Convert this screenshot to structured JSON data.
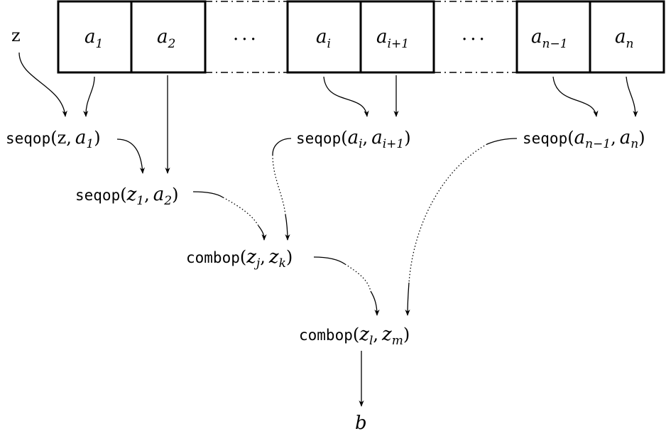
{
  "array": {
    "leading_label": "z",
    "cells": [
      {
        "base": "a",
        "sub": "1"
      },
      {
        "base": "a",
        "sub": "2"
      },
      {
        "base": "a",
        "sub": "i"
      },
      {
        "base": "a",
        "sub": "i+1"
      },
      {
        "base": "a",
        "sub": "n−1"
      },
      {
        "base": "a",
        "sub": "n"
      }
    ],
    "ellipsis": "..."
  },
  "nodes": {
    "seqop_z_a1": {
      "fn": "seqop",
      "arg1": "z",
      "arg1_sub": "",
      "arg2": "a",
      "arg2_sub": "1"
    },
    "seqop_z1_a2": {
      "fn": "seqop",
      "arg1": "z",
      "arg1_sub": "1",
      "arg2": "a",
      "arg2_sub": "2"
    },
    "seqop_ai_ai1": {
      "fn": "seqop",
      "arg1": "a",
      "arg1_sub": "i",
      "arg2": "a",
      "arg2_sub": "i+1"
    },
    "seqop_an1_an": {
      "fn": "seqop",
      "arg1": "a",
      "arg1_sub": "n−1",
      "arg2": "a",
      "arg2_sub": "n"
    },
    "combop_zj_zk": {
      "fn": "combop",
      "arg1": "z",
      "arg1_sub": "j",
      "arg2": "z",
      "arg2_sub": "k"
    },
    "combop_zl_zm": {
      "fn": "combop",
      "arg1": "z",
      "arg1_sub": "l",
      "arg2": "z",
      "arg2_sub": "m"
    },
    "result": {
      "label": "b"
    }
  },
  "punctuation": {
    "open": "(",
    "comma": ",",
    "close": ")"
  }
}
